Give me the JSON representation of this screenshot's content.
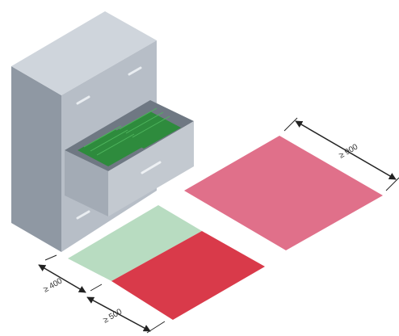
{
  "dimensions": {
    "depth_clearance": "≥ 900",
    "side_clearance": "≥ 400",
    "drawer_clearance": "≥ 500"
  },
  "colors": {
    "cabinet_front": "#b7bec7",
    "cabinet_side": "#8f98a3",
    "cabinet_top": "#cfd5dc",
    "folder_green": "#2e8b3d",
    "zone_large": "#e0708a",
    "zone_light_green": "#b8dcc1",
    "zone_red": "#d93a4a",
    "dimension_line": "#222222"
  },
  "icons": {
    "arrow": "double-headed-arrow"
  }
}
